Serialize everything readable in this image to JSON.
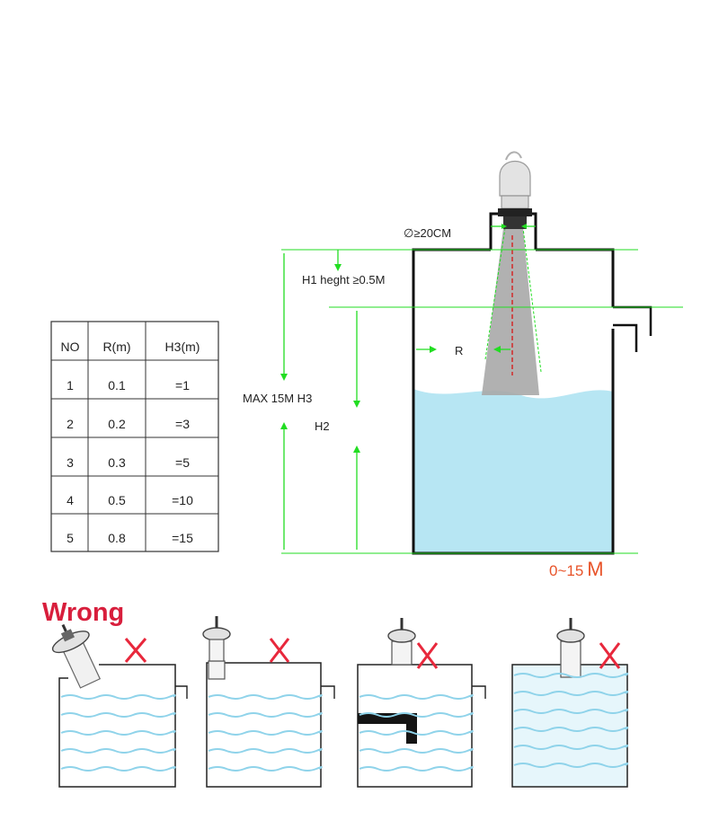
{
  "table": {
    "headers": [
      "NO",
      "R(m)",
      "H3(m)"
    ],
    "rows": [
      [
        "1",
        "0.1",
        "=1"
      ],
      [
        "2",
        "0.2",
        "=3"
      ],
      [
        "3",
        "0.3",
        "=5"
      ],
      [
        "4",
        "0.5",
        "=10"
      ],
      [
        "5",
        "0.8",
        "=15"
      ]
    ]
  },
  "labels": {
    "diameter": "∅≥20CM",
    "h1": "H1 heght ≥0.5M",
    "r": "R",
    "max": "MAX 15M H3",
    "h2": "H2",
    "range_value": "0~15",
    "range_unit": "M",
    "wrong": "Wrong"
  },
  "colors": {
    "dimension": "#22dd22",
    "water": "#b7e6f3",
    "tank": "#111111",
    "cross": "#e8283c",
    "wrong_text": "#d81e3c",
    "range_text": "#e8542a",
    "beam": "#a9a9a9",
    "beam_axis": "#d42020",
    "wave": "#8fd3ea"
  }
}
